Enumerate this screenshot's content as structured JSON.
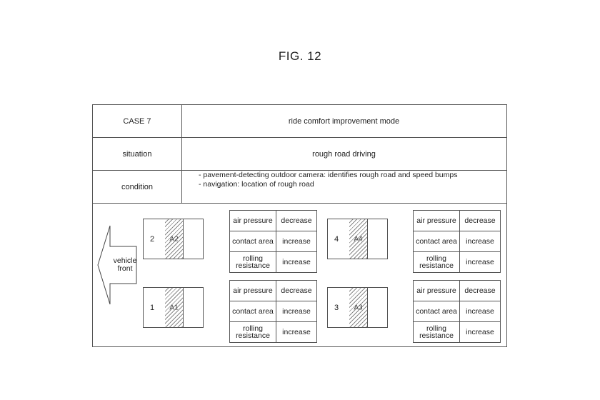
{
  "figure_title": "FIG. 12",
  "rows": {
    "case": {
      "label": "CASE 7",
      "value": "ride comfort improvement mode"
    },
    "situation": {
      "label": "situation",
      "value": "rough road driving"
    },
    "condition": {
      "label": "condition",
      "lines": [
        "- pavement-detecting outdoor camera: identifies rough road and speed bumps",
        "- navigation: location of rough road"
      ]
    }
  },
  "arrow_label": "vehicle\nfront",
  "tires": [
    {
      "number": "2",
      "area": "A2"
    },
    {
      "number": "4",
      "area": "A4"
    },
    {
      "number": "1",
      "area": "A1"
    },
    {
      "number": "3",
      "area": "A3"
    }
  ],
  "param_tables": [
    {
      "rows": [
        {
          "param": "air pressure",
          "change": "decrease"
        },
        {
          "param": "contact area",
          "change": "increase"
        },
        {
          "param": "rolling\nresistance",
          "change": "increase"
        }
      ]
    },
    {
      "rows": [
        {
          "param": "air pressure",
          "change": "decrease"
        },
        {
          "param": "contact area",
          "change": "increase"
        },
        {
          "param": "rolling\nresistance",
          "change": "increase"
        }
      ]
    },
    {
      "rows": [
        {
          "param": "air pressure",
          "change": "decrease"
        },
        {
          "param": "contact area",
          "change": "increase"
        },
        {
          "param": "rolling\nresistance",
          "change": "increase"
        }
      ]
    },
    {
      "rows": [
        {
          "param": "air pressure",
          "change": "decrease"
        },
        {
          "param": "contact area",
          "change": "increase"
        },
        {
          "param": "rolling\nresistance",
          "change": "increase"
        }
      ]
    }
  ]
}
